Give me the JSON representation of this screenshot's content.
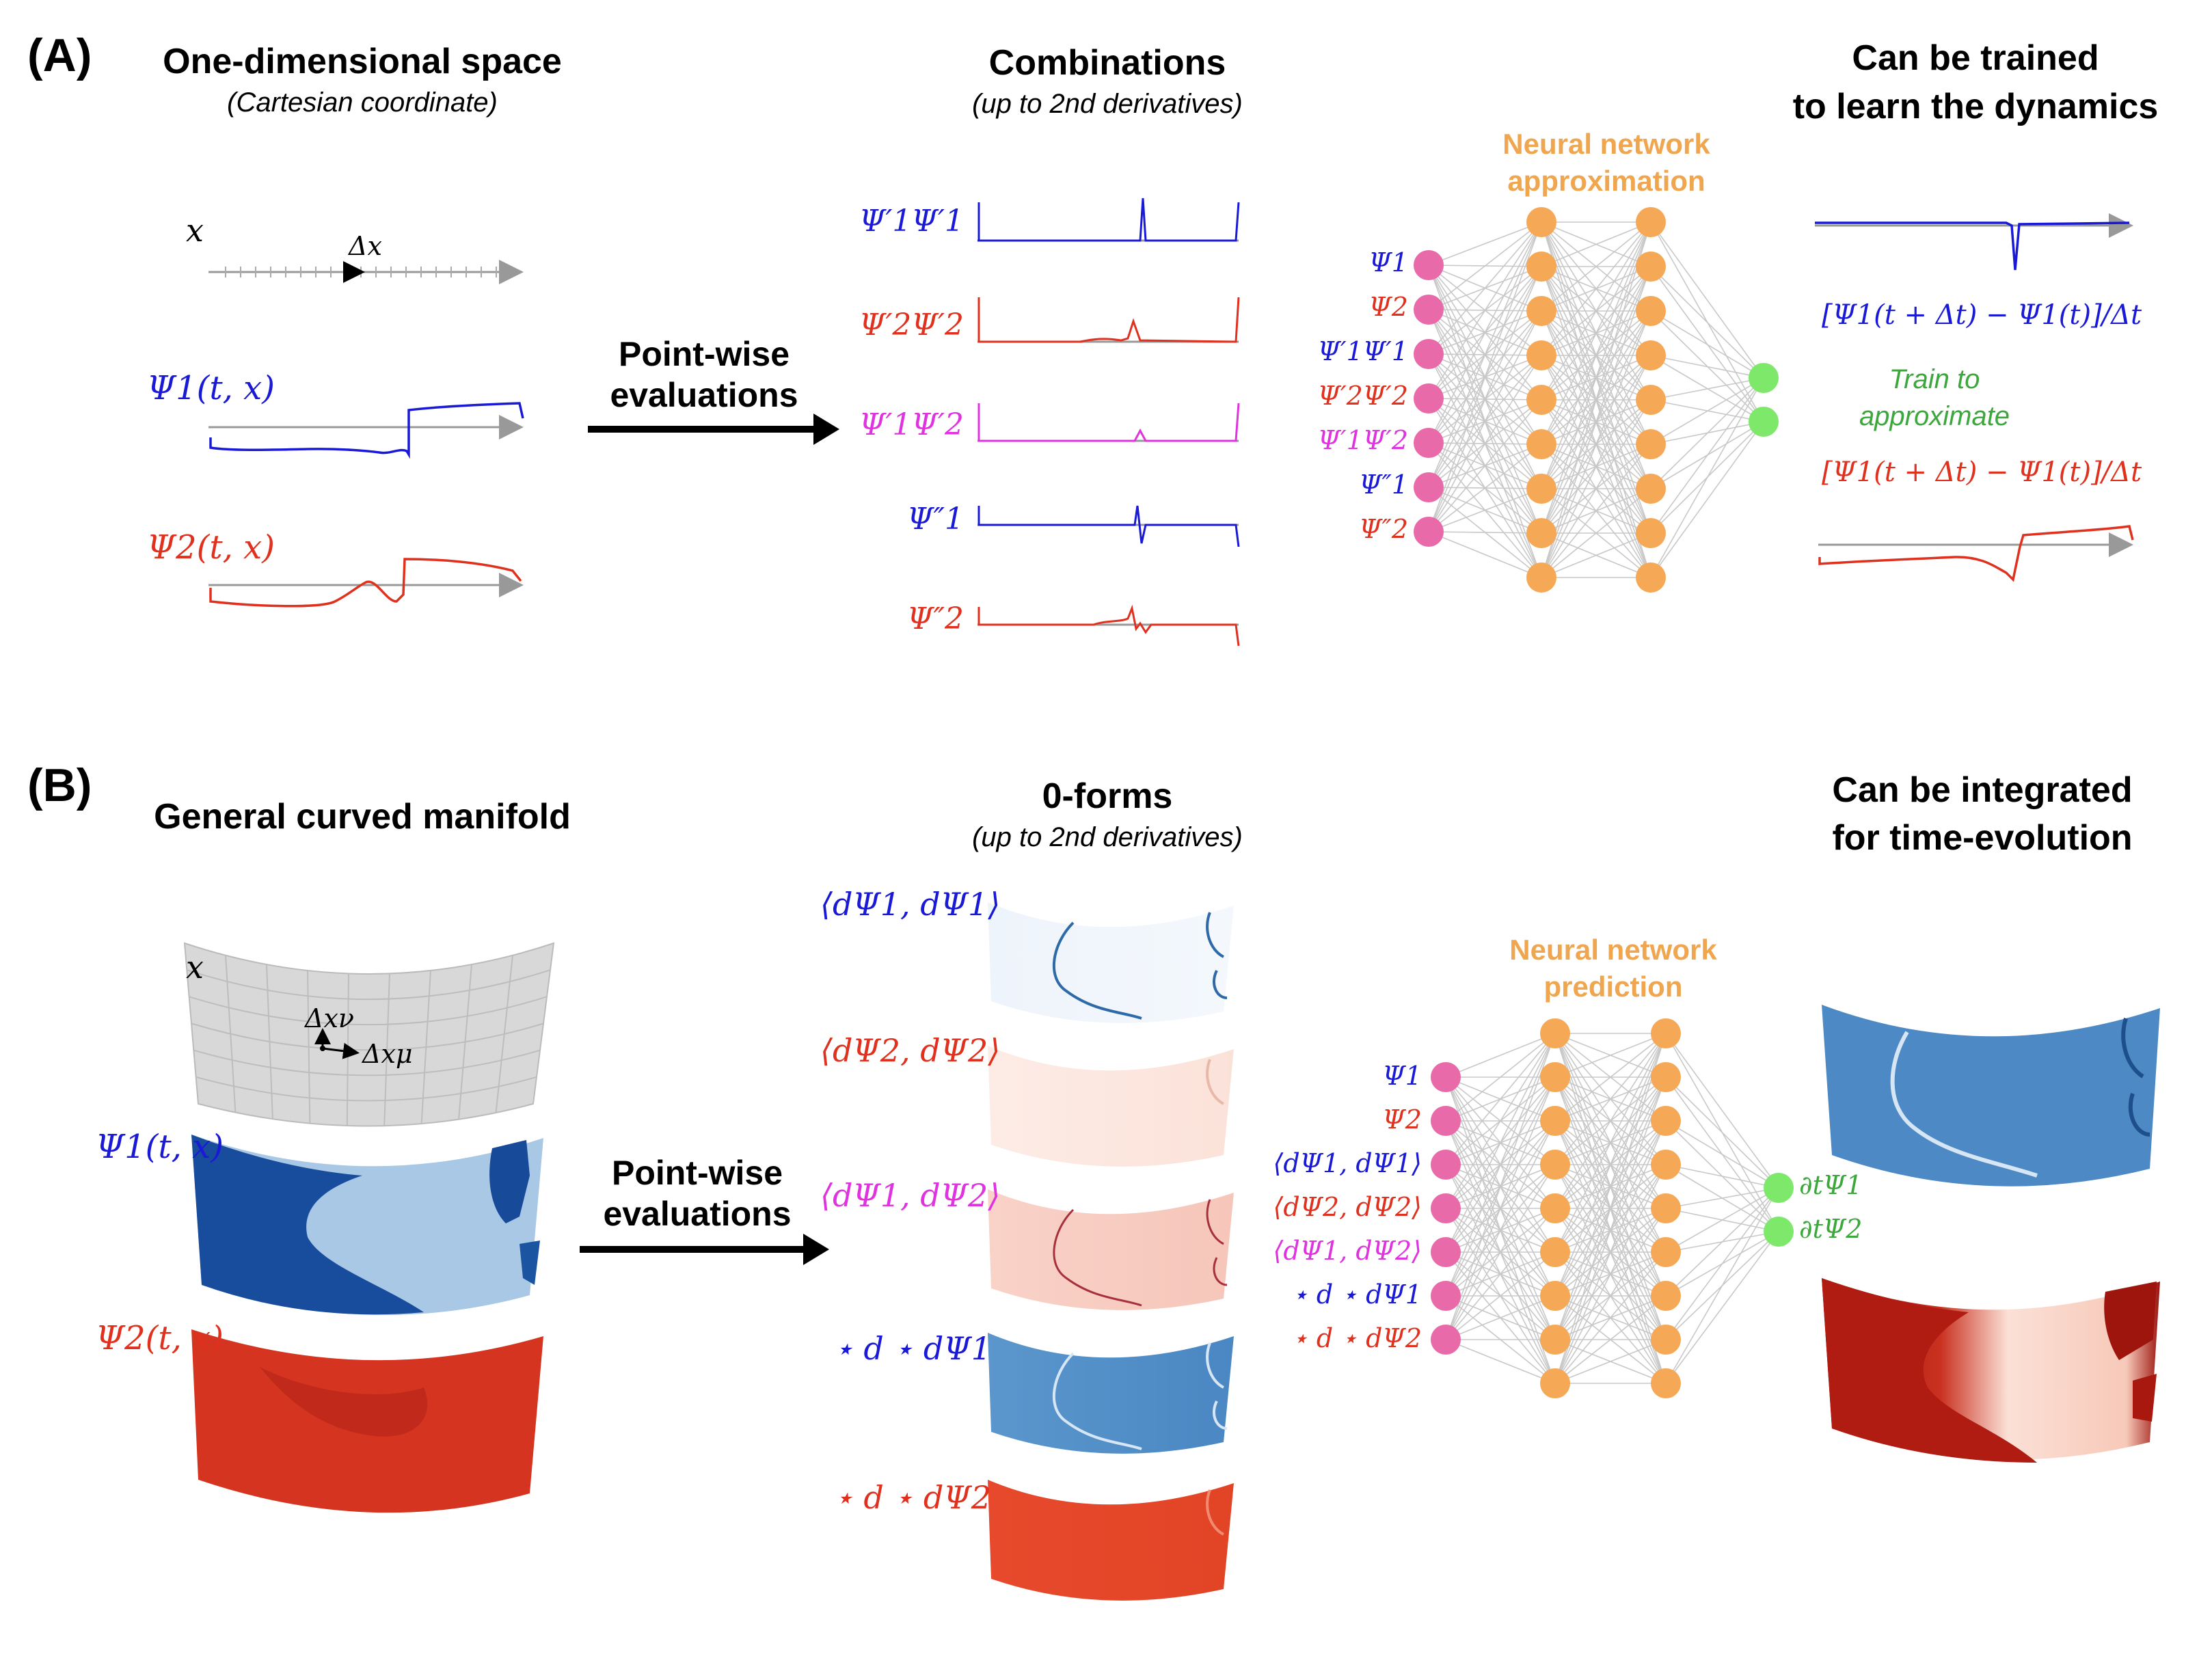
{
  "colors": {
    "psi1": "#1a1ad6",
    "psi2": "#e0301e",
    "mixed": "#e033e0",
    "time": "#3ca83c",
    "input_node": "#e96aa8",
    "hidden_node": "#f5a856",
    "output_node": "#7ee86a",
    "nn_title": "#f0a64f",
    "axis": "#999999"
  },
  "panel_a": {
    "label": "(A)",
    "space_title": "One-dimensional space",
    "space_subtitle": "(Cartesian coordinate)",
    "axis_x": "x",
    "axis_dx": "Δx",
    "psi1_label": "Ψ1(t, x)",
    "psi2_label": "Ψ2(t, x)",
    "arrow_label_line1": "Point-wise",
    "arrow_label_line2": "evaluations",
    "combinations_title": "Combinations",
    "combinations_subtitle": "(up to 2nd derivatives)",
    "combination_labels": [
      "Ψ′1Ψ′1",
      "Ψ′2Ψ′2",
      "Ψ′1Ψ′2",
      "Ψ″1",
      "Ψ″2"
    ],
    "nn_title_line1": "Neural network",
    "nn_title_line2": "approximation",
    "nn_inputs": [
      "Ψ1",
      "Ψ2",
      "Ψ′1Ψ′1",
      "Ψ′2Ψ′2",
      "Ψ′1Ψ′2",
      "Ψ″1",
      "Ψ″2"
    ],
    "result_title_line1": "Can be trained",
    "result_title_line2": "to learn the dynamics",
    "target1": "[Ψ1(t + Δt) − Ψ1(t)]/Δt",
    "target2": "[Ψ1(t + Δt) − Ψ1(t)]/Δt",
    "train_line1": "Train to",
    "train_line2": "approximate"
  },
  "panel_b": {
    "label": "(B)",
    "space_title": "General curved manifold",
    "axis_x": "x",
    "axis_dxnu": "Δxν",
    "axis_dxmu": "Δxμ",
    "psi1_label": "Ψ1(t, x)",
    "psi2_label": "Ψ2(t, x)",
    "arrow_label_line1": "Point-wise",
    "arrow_label_line2": "evaluations",
    "forms_title": "0-forms",
    "forms_subtitle": "(up to 2nd derivatives)",
    "form_labels": [
      "⟨dΨ1, dΨ1⟩",
      "⟨dΨ2, dΨ2⟩",
      "⟨dΨ1, dΨ2⟩",
      "⋆ d ⋆ dΨ1",
      "⋆ d ⋆ dΨ2"
    ],
    "nn_title_line1": "Neural network",
    "nn_title_line2": "prediction",
    "nn_inputs": [
      "Ψ1",
      "Ψ2",
      "⟨dΨ1, dΨ1⟩",
      "⟨dΨ2, dΨ2⟩",
      "⟨dΨ1, dΨ2⟩",
      "⋆ d ⋆ dΨ1",
      "⋆ d ⋆ dΨ2"
    ],
    "nn_outputs": [
      "∂tΨ1",
      "∂tΨ2"
    ],
    "result_title_line1": "Can be integrated",
    "result_title_line2": "for time-evolution"
  }
}
